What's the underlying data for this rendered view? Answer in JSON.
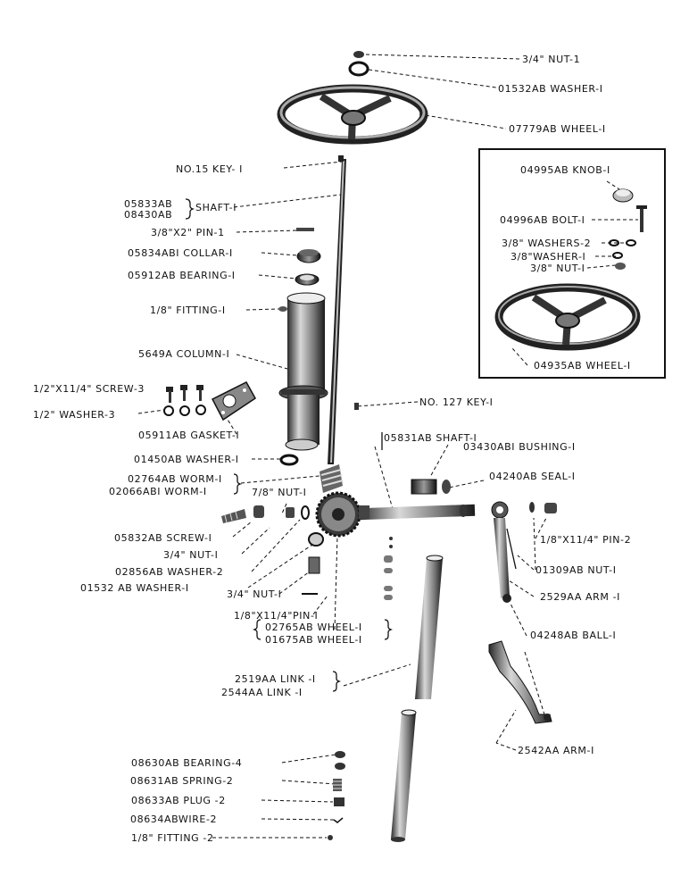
{
  "parts": {
    "nut_top": "3/4\" NUT-1",
    "washer_top": "01532AB WASHER-I",
    "wheel_main": "07779AB WHEEL-I",
    "key15": "NO.15 KEY- I",
    "shaft_a": "05833AB",
    "shaft_b": "08430AB",
    "shaft_lbl": "SHAFT-I",
    "pin": "3/8\"X2\"  PIN-1",
    "collar": "05834ABI COLLAR-I",
    "bearing": "05912AB BEARING-I",
    "fitting1": "1/8\" FITTING-I",
    "column": "5649A COLUMN-I",
    "screw3": "1/2\"X11/4\" SCREW-3",
    "washer3": "1/2\" WASHER-3",
    "gasket": "05911AB GASKET-I",
    "washer1450": "01450AB WASHER-I",
    "worm_a": "02764AB WORM-I",
    "worm_b": "02066ABI WORM-I",
    "nut78": "7/8\" NUT-I",
    "screw5832": "05832AB SCREW-I",
    "nut34a": "3/4\" NUT-I",
    "washer2856": "02856AB WASHER-2",
    "washer1532b": "01532 AB WASHER-I",
    "nut34b": "3/4\" NUT-I",
    "pin18a": "1/8\"X11/4\"PIN-I",
    "wheel2765": "02765AB WHEEL-I",
    "wheel1675": "01675AB WHEEL-I",
    "link2519": "2519AA LINK -I",
    "link2544": "2544AA LINK -I",
    "bearing4": "08630AB  BEARING-4",
    "spring2": "08631AB SPRING-2",
    "plug2": "08633AB  PLUG  -2",
    "wire2": "08634ABWIRE-2",
    "fitting2": "1/8\"  FITTING -2",
    "knob": "04995AB  KNOB-I",
    "bolt": "04996AB BOLT-I",
    "washers2": "3/8\" WASHERS-2",
    "washer38": "3/8\"WASHER-I",
    "nut38": "3/8\" NUT-I",
    "wheel4935": "04935AB WHEEL-I",
    "key127": "NO. 127 KEY-I",
    "shaft5831": "05831AB SHAFT-I",
    "bushing": "03430ABI BUSHING-I",
    "seal": "04240AB SEAL-I",
    "pin2": "1/8\"X11/4\" PIN-2",
    "nut1309": "01309AB NUT-I",
    "arm2529": "2529AA ARM -I",
    "ball": "04248AB BALL-I",
    "arm2542": "2542AA ARM-I"
  },
  "colors": {
    "ink": "#111111",
    "metal": "#8a8a8a",
    "dark": "#2a2a2a"
  }
}
